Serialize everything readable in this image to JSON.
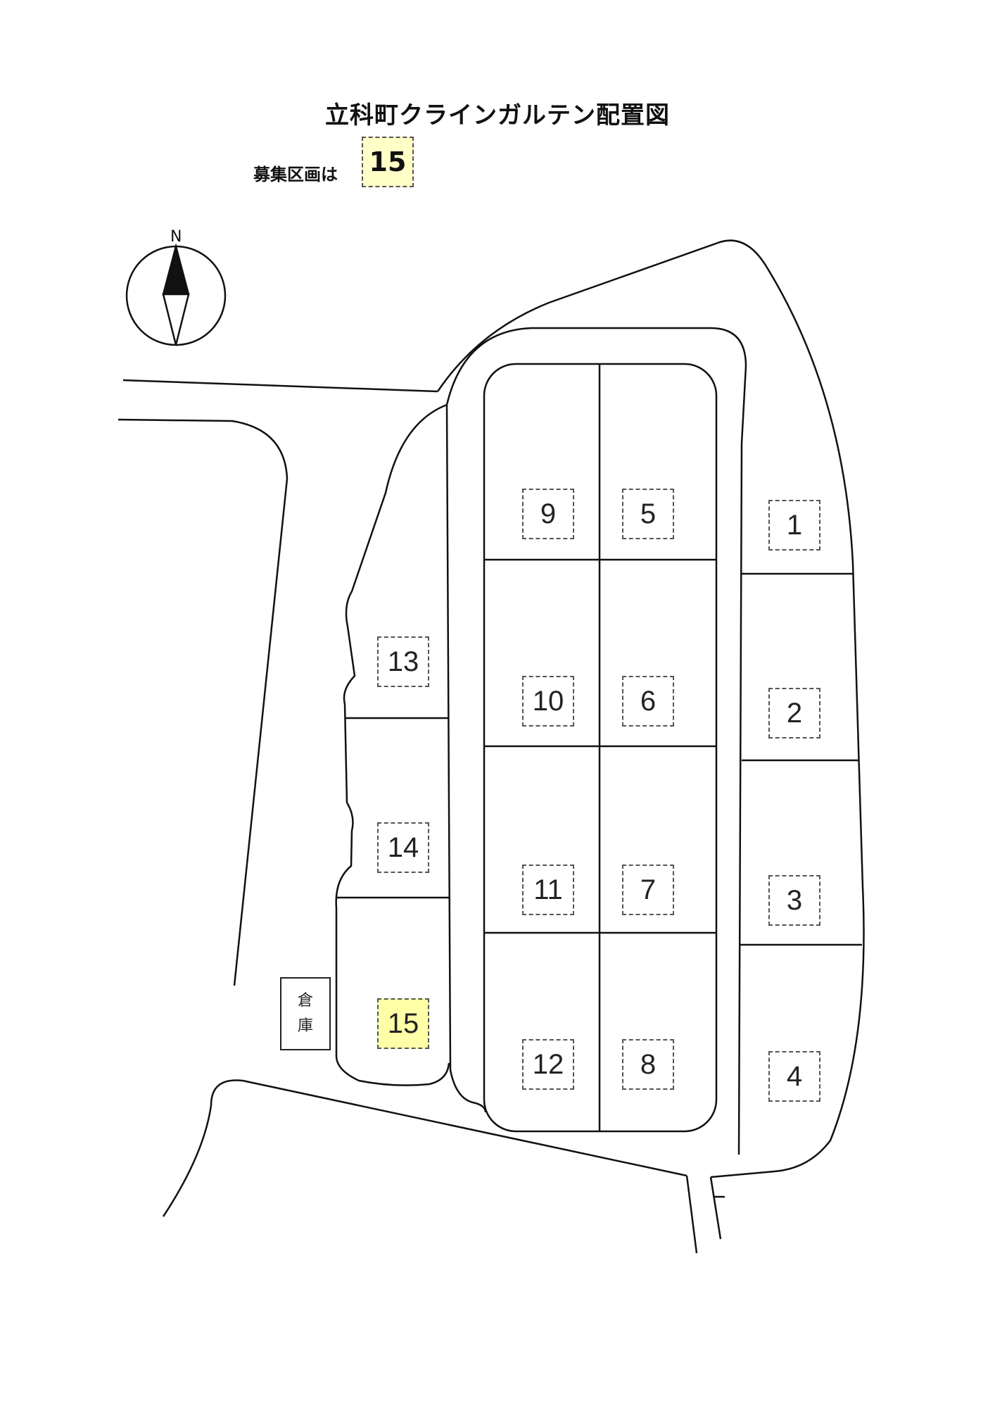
{
  "title": "立科町クラインガルテン配置図",
  "recruit": {
    "label": "募集区画は",
    "value": "15"
  },
  "compass": {
    "north_label": "N"
  },
  "warehouse": {
    "line1": "倉",
    "line2": "庫"
  },
  "plots": [
    {
      "id": "1",
      "label": "1",
      "highlighted": false
    },
    {
      "id": "2",
      "label": "2",
      "highlighted": false
    },
    {
      "id": "3",
      "label": "3",
      "highlighted": false
    },
    {
      "id": "4",
      "label": "4",
      "highlighted": false
    },
    {
      "id": "5",
      "label": "5",
      "highlighted": false
    },
    {
      "id": "6",
      "label": "6",
      "highlighted": false
    },
    {
      "id": "7",
      "label": "7",
      "highlighted": false
    },
    {
      "id": "8",
      "label": "8",
      "highlighted": false
    },
    {
      "id": "9",
      "label": "9",
      "highlighted": false
    },
    {
      "id": "10",
      "label": "10",
      "highlighted": false
    },
    {
      "id": "11",
      "label": "11",
      "highlighted": false
    },
    {
      "id": "12",
      "label": "12",
      "highlighted": false
    },
    {
      "id": "13",
      "label": "13",
      "highlighted": false
    },
    {
      "id": "14",
      "label": "14",
      "highlighted": false
    },
    {
      "id": "15",
      "label": "15",
      "highlighted": true
    }
  ],
  "colors": {
    "highlight": "#ffffa8",
    "line": "#111111"
  }
}
